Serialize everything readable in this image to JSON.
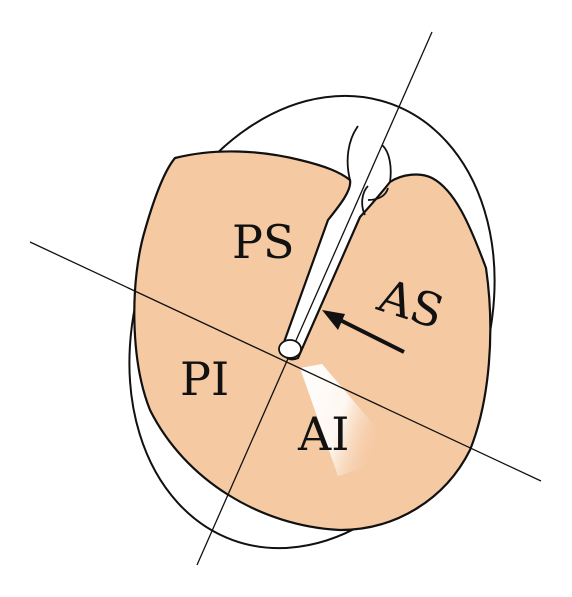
{
  "diagram": {
    "quadrants": [
      {
        "label": "PS"
      },
      {
        "label": "AS"
      },
      {
        "label": "PI"
      },
      {
        "label": "AI"
      }
    ]
  },
  "colors": {
    "membrane_fill": "#F5C9A2",
    "outline": "#111111",
    "background": "#FFFFFF"
  }
}
